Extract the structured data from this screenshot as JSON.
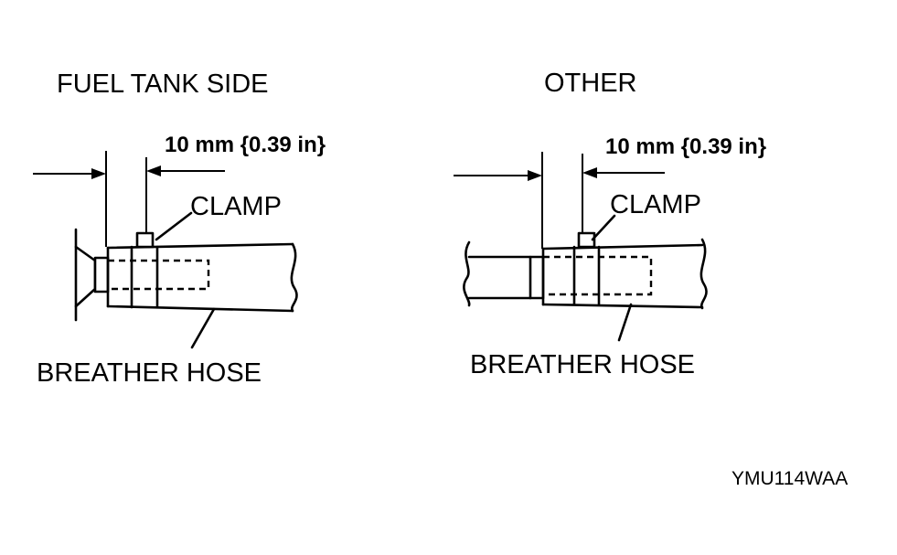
{
  "panels": {
    "fuel_tank_side": {
      "title": "FUEL TANK SIDE",
      "dimension": "10 mm {0.39 in}",
      "clamp_label": "CLAMP",
      "hose_label": "BREATHER HOSE"
    },
    "other": {
      "title": "OTHER",
      "dimension": "10 mm {0.39 in}",
      "clamp_label": "CLAMP",
      "hose_label": "BREATHER HOSE"
    }
  },
  "figure_code": "YMU114WAA"
}
